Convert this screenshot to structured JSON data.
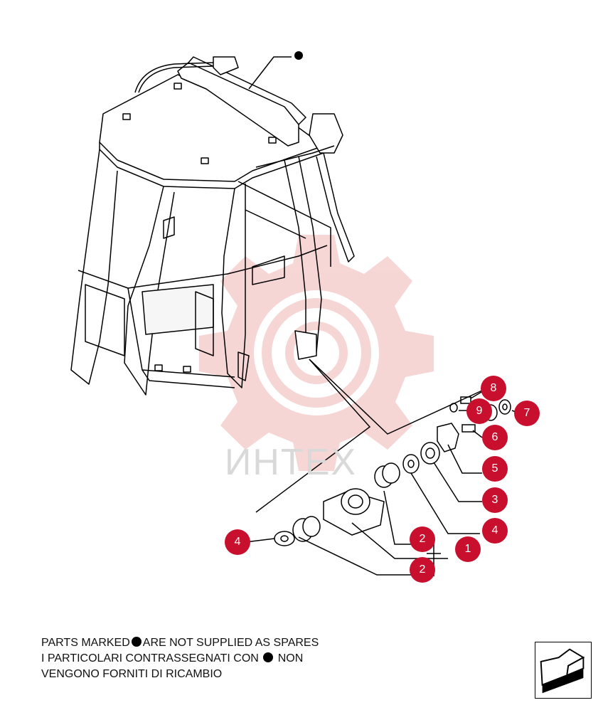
{
  "watermark_text": "ИНТЕХ",
  "callouts": [
    {
      "id": "callout-8",
      "label": "8"
    },
    {
      "id": "callout-9",
      "label": "9"
    },
    {
      "id": "callout-7",
      "label": "7"
    },
    {
      "id": "callout-6",
      "label": "6"
    },
    {
      "id": "callout-5",
      "label": "5"
    },
    {
      "id": "callout-3",
      "label": "3"
    },
    {
      "id": "callout-4-right",
      "label": "4"
    },
    {
      "id": "callout-1",
      "label": "1"
    },
    {
      "id": "callout-2-upper",
      "label": "2"
    },
    {
      "id": "callout-2-lower",
      "label": "2"
    },
    {
      "id": "callout-4-left",
      "label": "4"
    }
  ],
  "footer": {
    "line1_a": "PARTS MARKED",
    "line1_b": "ARE NOT SUPPLIED AS SPARES",
    "line2_a": "I PARTICOLARI  CONTRASSEGNATI  CON",
    "line2_b": "NON",
    "line3": "VENGONO FORNITI DI RICAMBIO"
  },
  "colors": {
    "callout": "#c8102e",
    "watermark": "#f2b8b8",
    "line": "#000000"
  },
  "icons": {
    "nav": "next-page-arrow-icon",
    "marker": "filled-dot-icon"
  }
}
